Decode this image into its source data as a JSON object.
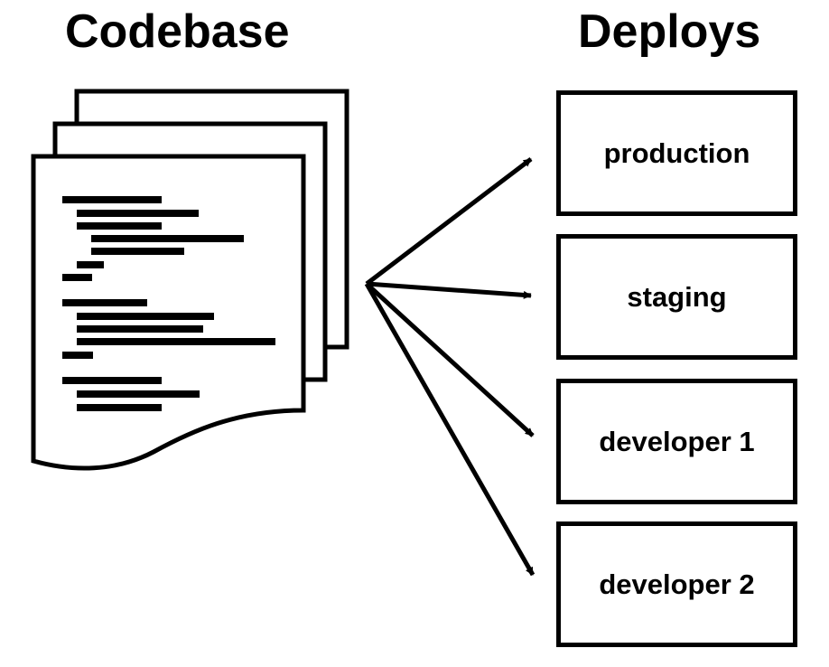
{
  "titles": {
    "codebase": "Codebase",
    "deploys": "Deploys"
  },
  "deploys": [
    {
      "label": "production"
    },
    {
      "label": "staging"
    },
    {
      "label": "developer 1"
    },
    {
      "label": "developer 2"
    }
  ],
  "icons": {
    "codebase": "stacked-documents-icon",
    "arrow": "arrow-icon"
  },
  "colors": {
    "stroke": "#000000",
    "background": "#ffffff"
  }
}
